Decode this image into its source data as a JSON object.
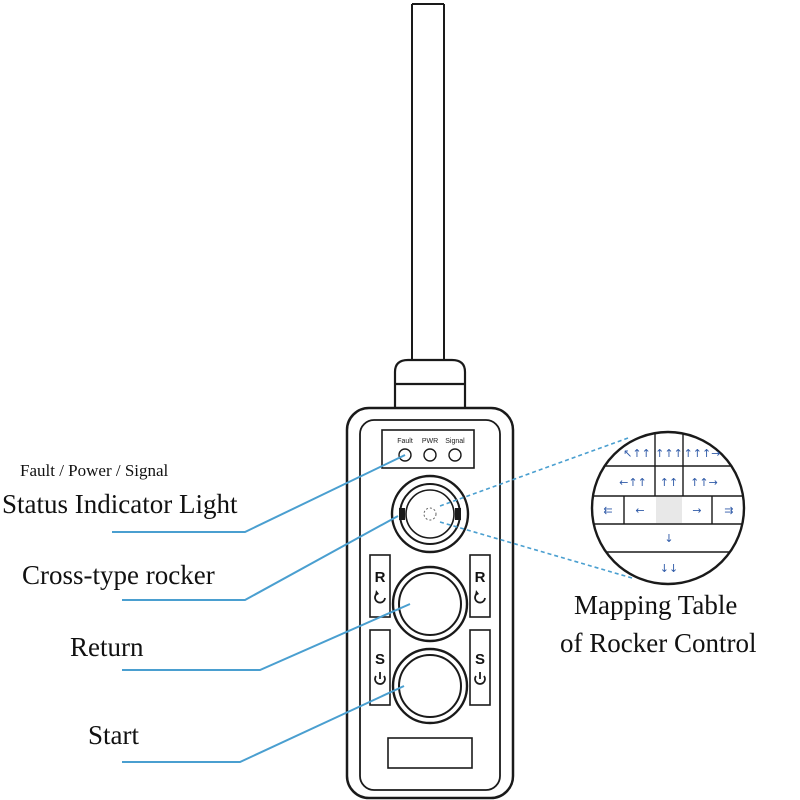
{
  "labels": {
    "status_sub": "Fault / Power / Signal",
    "status": "Status Indicator Light",
    "rocker": "Cross-type rocker",
    "return": "Return",
    "start": "Start",
    "mapping_line1": "Mapping Table",
    "mapping_line2": "of Rocker Control"
  },
  "indicators": [
    "Fault",
    "PWR",
    "Signal"
  ],
  "buttons": {
    "return_letter": "R",
    "start_letter": "S"
  },
  "mapping_arrows": {
    "row1": [
      "↖↑↑",
      "↑↑↑",
      "↑↑↑→"
    ],
    "row2": [
      "←↑↑",
      "↑↑",
      "↑↑→"
    ],
    "row3": [
      "⇇",
      "←",
      "→",
      "⇉"
    ],
    "row4": [
      "↓"
    ],
    "row5": [
      "↓↓"
    ]
  },
  "colors": {
    "leader_line": "#4a9fd0",
    "outline": "#1a1a1a",
    "arrow": "#2f5aa8"
  },
  "icons": [
    "rotate-icon",
    "power-icon"
  ]
}
